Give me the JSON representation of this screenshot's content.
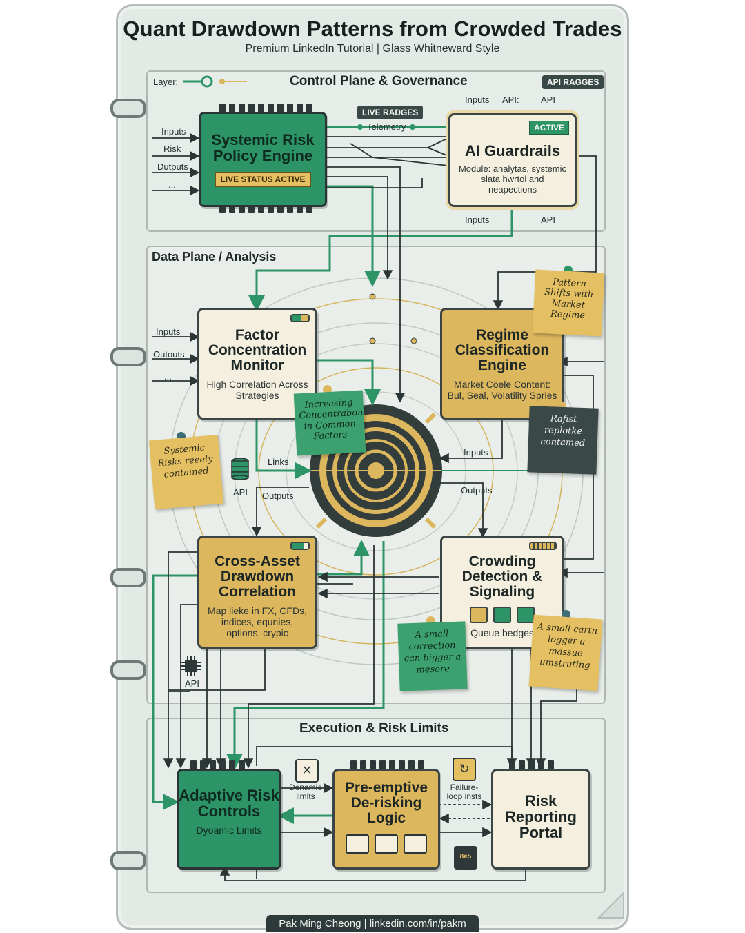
{
  "header": {
    "title": "Quant Drawdown Patterns from Crowded Trades",
    "subtitle": "Premium LinkedIn Tutorial | Glass Whitneward Style"
  },
  "control_plane": {
    "layer_label": "Layer:",
    "title": "Control Plane & Governance",
    "api_badge": "API RAGGES",
    "live_badge": "LIVE RADGES",
    "telemetry": "Telemetry",
    "policy_engine": {
      "title": "Systemic Risk Policy Engine",
      "status": "LIVE STATUS ACTIVE",
      "inputs": [
        "Inputs",
        "Risk",
        "Dutputs",
        "..."
      ]
    },
    "guardrails": {
      "title": "AI Guardrails",
      "badge": "ACTIVE",
      "desc": "Module: analytas, systemic slata hwrtol and neapections",
      "top_labels": [
        "Inputs",
        "API:",
        "API"
      ],
      "bottom_labels": [
        "Inputs",
        "API"
      ]
    }
  },
  "data_plane": {
    "title": "Data Plane / Analysis",
    "factor_monitor": {
      "title": "Factor Concentration Monitor",
      "desc": "High Correlation Across Strategies",
      "inputs": [
        "Inputs",
        "Outouts",
        "..."
      ]
    },
    "regime_engine": {
      "title": "Regime Classification Engine",
      "desc": "Market Coele Content: Bul, Seal, Volatility Spries"
    },
    "cross_asset": {
      "title": "Cross-Asset Drawdown Correlation",
      "desc": "Map lieke in FX, CFDs, indices, equnies, options, crypic"
    },
    "crowding": {
      "title": "Crowding Detection & Signaling",
      "desc": "Queue bedges"
    },
    "labels": {
      "links": "Links",
      "outputs_left": "Outputs",
      "inputs_right": "Inputs",
      "outputs_right": "Outputs",
      "api_left": "API",
      "api_bottom": "API"
    },
    "notes": {
      "pattern": "Pattern Shifts with Market Regime",
      "concentration": "Increasing Concentrabon in Common Factors",
      "systemic": "Systemic Risks reeely contained",
      "rafist": "Rafist replotke contamed",
      "small_correction": "A small correction can bigger a mesore",
      "small_cartn": "A small cartn logger a massue umstruting"
    }
  },
  "execution": {
    "title": "Execution & Risk Limits",
    "adaptive": {
      "title": "Adaptive Risk Controls",
      "desc": "Dyoamic Limits"
    },
    "derisking": {
      "title": "Pre-emptive De-risking Logic"
    },
    "reporting": {
      "title": "Risk Reporting Portal"
    },
    "dynamic_limits_label": "Denamie limits",
    "failure_loop_label": "Failure-loop insts",
    "chip_label": "8e5"
  },
  "footer": {
    "credit": "Pak Ming Cheong | linkedin.com/in/pakm"
  },
  "colors": {
    "green": "#2c9467",
    "gold": "#dcb75e",
    "cream": "#f4efde",
    "dark": "#3b4545",
    "background": "#e3eae5"
  }
}
